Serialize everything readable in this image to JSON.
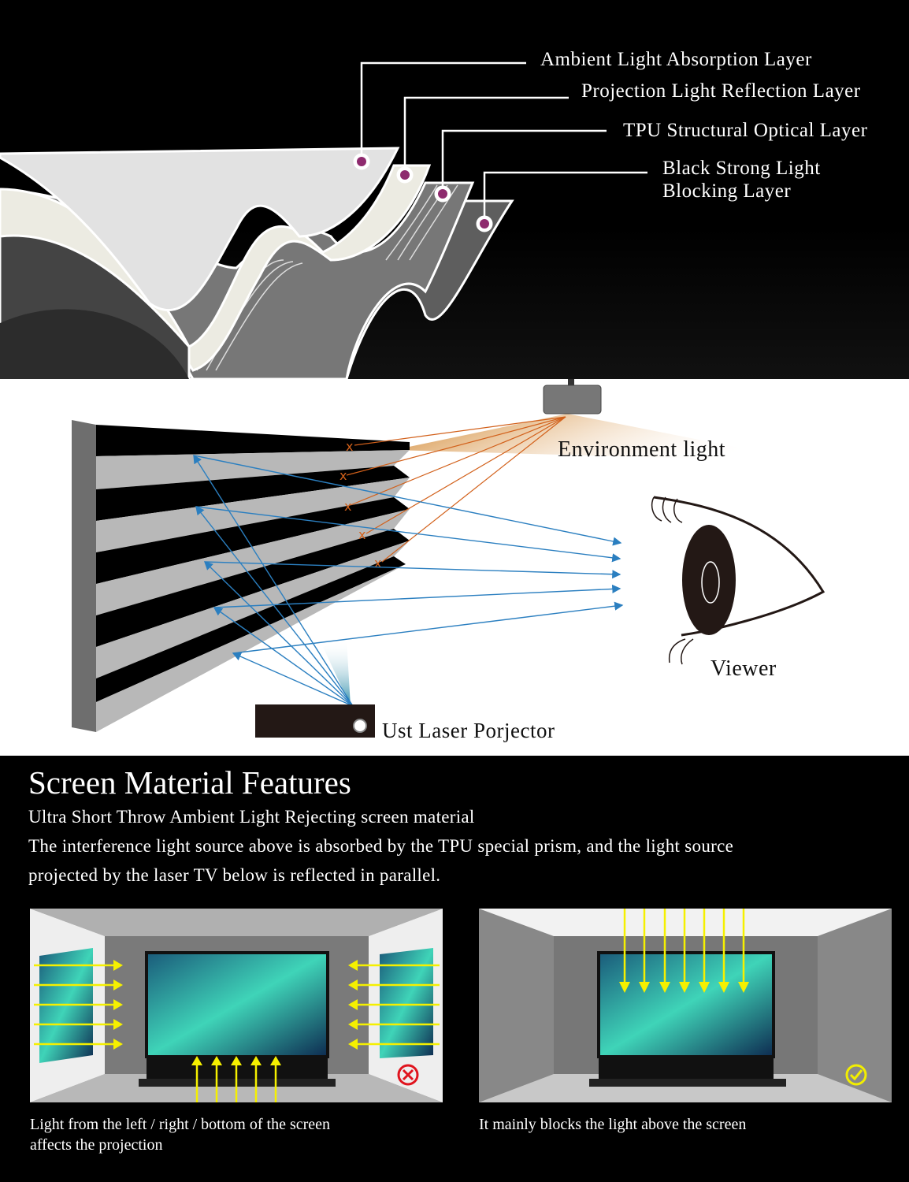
{
  "layers": {
    "items": [
      {
        "label": "Ambient Light Absorption Layer"
      },
      {
        "label": "Projection Light Reflection Layer"
      },
      {
        "label": "TPU Structural Optical Layer"
      },
      {
        "label": "Black Strong Light",
        "label2": "Blocking Layer"
      }
    ],
    "marker_color": "#8e2a6e"
  },
  "diagram": {
    "environment_label": "Environment light",
    "viewer_label": "Viewer",
    "projector_label": "Ust Laser Porjector",
    "ambient_ray_color": "#d2601a",
    "projected_ray_color": "#2b7fc0"
  },
  "features": {
    "title": "Screen Material Features",
    "subtitle": "Ultra Short Throw Ambient Light Rejecting screen material",
    "description_line1": "The interference light source above is absorbed by the TPU special prism, and the light source",
    "description_line2": "projected by the laser TV below is reflected in parallel.",
    "panels": [
      {
        "caption_line1": "Light from the left / right / bottom of the screen",
        "caption_line2": "affects the projection",
        "status": "cross",
        "status_color": "#e0141e"
      },
      {
        "caption_line1": "It mainly blocks the light above the screen",
        "status": "check",
        "status_color": "#f2ee00"
      }
    ],
    "arrow_color": "#f5f000"
  }
}
